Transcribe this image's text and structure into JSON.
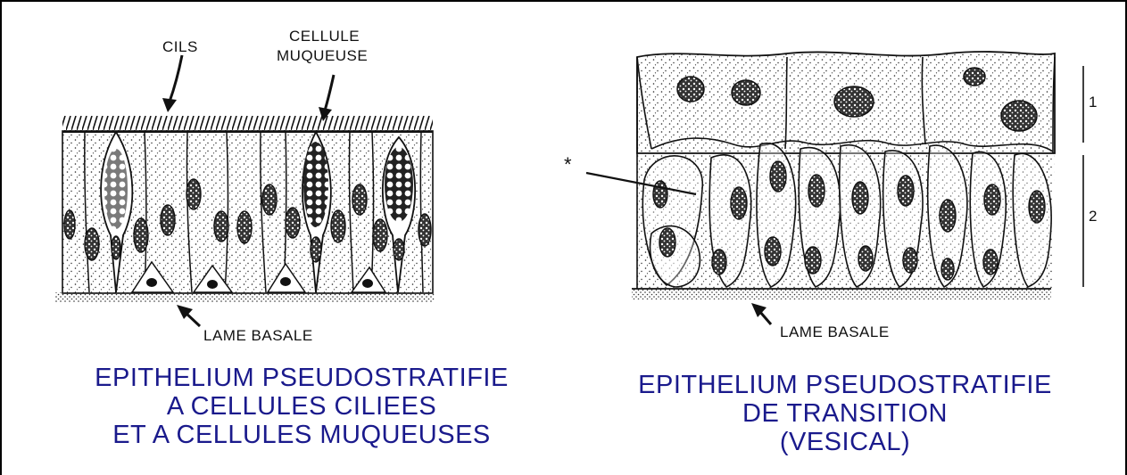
{
  "left_panel": {
    "labels": {
      "cilia": "CILS",
      "mucous_line1": "CELLULE",
      "mucous_line2": "MUQUEUSE",
      "basal": "LAME BASALE"
    },
    "caption": [
      "EPITHELIUM PSEUDOSTRATIFIE",
      "A CELLULES CILIEES",
      "ET A CELLULES MUQUEUSES"
    ]
  },
  "right_panel": {
    "labels": {
      "asterisk": "*",
      "basal": "LAME BASALE",
      "layer1": "1",
      "layer2": "2"
    },
    "caption": [
      "EPITHELIUM PSEUDOSTRATIFIE",
      "DE TRANSITION",
      "(VESICAL)"
    ]
  },
  "colors": {
    "caption": "#1a1a8c",
    "ink": "#111111",
    "background": "#ffffff"
  }
}
